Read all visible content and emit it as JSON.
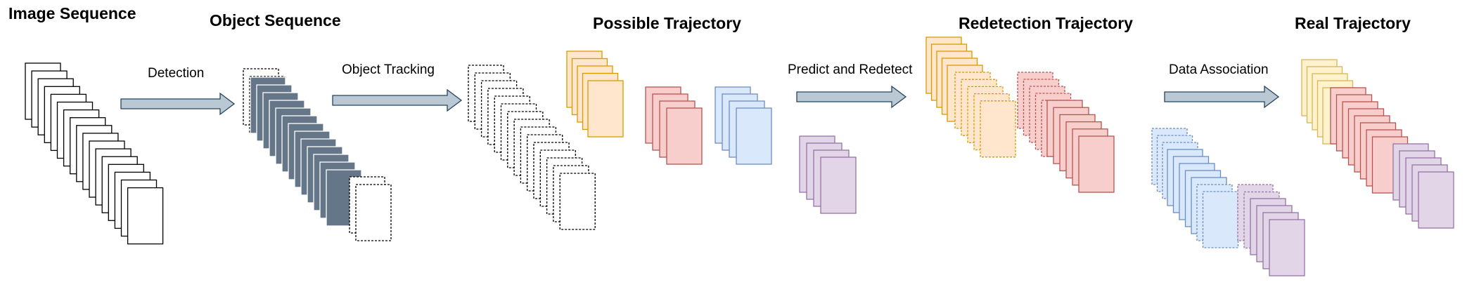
{
  "titles": {
    "image_sequence": "Image Sequence",
    "object_sequence": "Object Sequence",
    "possible_trajectory": "Possible Trajectory",
    "redetection_trajectory": "Redetection Trajectory",
    "real_trajectory": "Real Trajectory"
  },
  "steps": {
    "detection": "Detection",
    "object_tracking": "Object Tracking",
    "predict_redetect": "Predict and Redetect",
    "data_association": "Data Association"
  },
  "colors": {
    "outline": "#000000",
    "object_fill": "#647687",
    "orange_fill": "#ffe6cc",
    "orange_stroke": "#d79b00",
    "red_fill": "#f8cecc",
    "red_stroke": "#b85450",
    "blue_fill": "#dae8fc",
    "blue_stroke": "#6c8ebf",
    "purple_fill": "#e1d5e7",
    "purple_stroke": "#9673a6",
    "yellow_fill": "#fff2cc",
    "yellow_stroke": "#d6b656",
    "arrow_fill": "#bac8d3",
    "arrow_stroke": "#23445d"
  }
}
